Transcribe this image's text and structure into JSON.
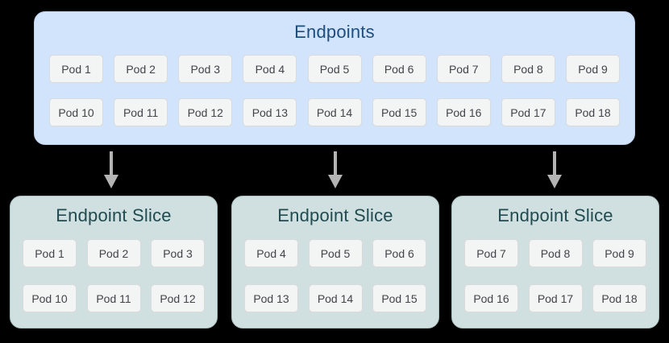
{
  "diagram": {
    "endpoints": {
      "title": "Endpoints",
      "pod_rows": [
        [
          "Pod 1",
          "Pod 2",
          "Pod 3",
          "Pod 4",
          "Pod 5",
          "Pod 6",
          "Pod 7",
          "Pod 8",
          "Pod 9"
        ],
        [
          "Pod 10",
          "Pod 11",
          "Pod 12",
          "Pod 13",
          "Pod 14",
          "Pod 15",
          "Pod 16",
          "Pod 17",
          "Pod 18"
        ]
      ]
    },
    "slices": [
      {
        "title": "Endpoint Slice",
        "pod_rows": [
          [
            "Pod 1",
            "Pod 2",
            "Pod 3"
          ],
          [
            "Pod 10",
            "Pod 11",
            "Pod 12"
          ]
        ]
      },
      {
        "title": "Endpoint Slice",
        "pod_rows": [
          [
            "Pod 4",
            "Pod 5",
            "Pod 6"
          ],
          [
            "Pod 13",
            "Pod 14",
            "Pod 15"
          ]
        ]
      },
      {
        "title": "Endpoint Slice",
        "pod_rows": [
          [
            "Pod 7",
            "Pod 8",
            "Pod 9"
          ],
          [
            "Pod 16",
            "Pod 17",
            "Pod 18"
          ]
        ]
      }
    ],
    "icons": {
      "down_arrow": "▼"
    }
  },
  "colors": {
    "canvas_bg": "#000000",
    "endpoints_fill": "#d2e3fc",
    "endpoints_border": "#bcd0ea",
    "endpoints_title_text": "#1c4e80",
    "slice_fill": "#d0dfe0",
    "slice_border": "#a8bfbf",
    "slice_title_text": "#204b50",
    "pod_fill": "#f3f4f4",
    "pod_border": "#d9dbdb",
    "pod_text": "#414549",
    "arrow": "#b4b4b4"
  }
}
